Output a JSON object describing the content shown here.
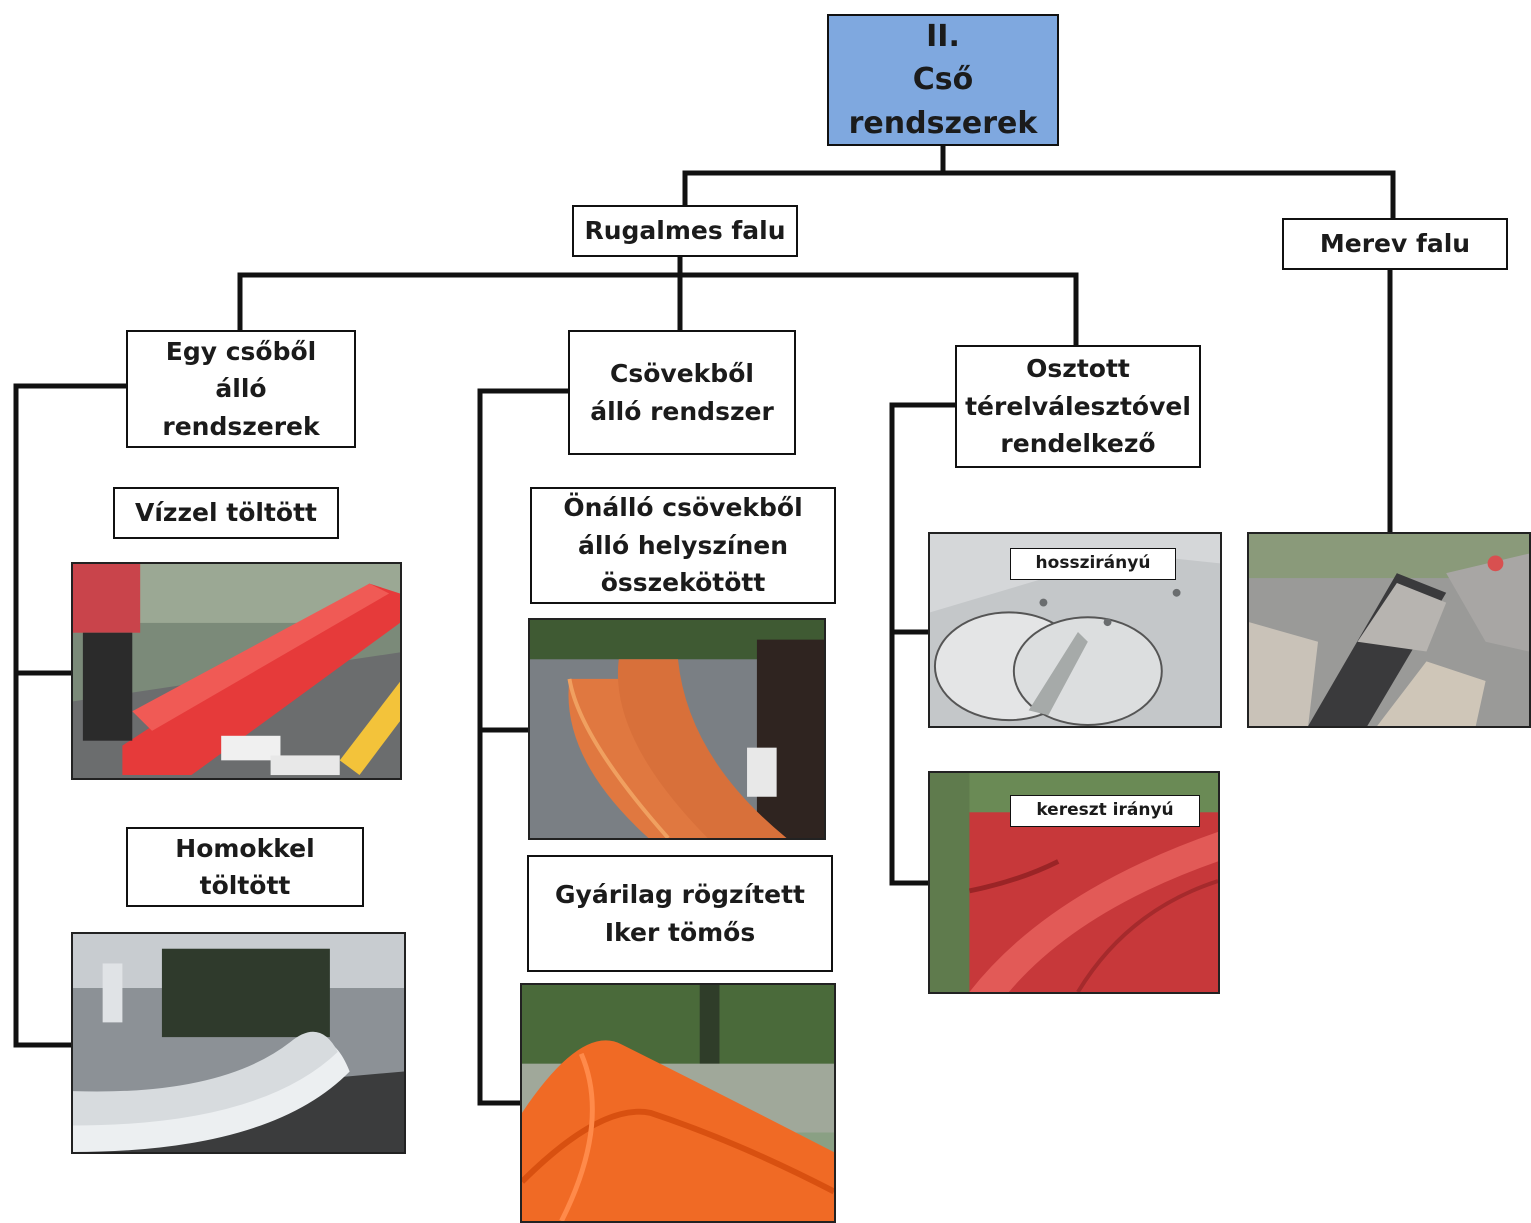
{
  "diagram": {
    "root": "II.\nCső\nrendszerek",
    "flexible_wall": "Rugalmes falu",
    "rigid_wall": "Merev falu",
    "single_tube": "Egy csőből\nálló\nrendszerek",
    "water_filled": "Vízzel töltött",
    "sand_filled": "Homokkel\ntöltött",
    "multi_tube": "Csövekből\nálló rendszer",
    "independent_tubes": "Önálló csövekből\nálló helyszínen\nösszekötött",
    "factory_twin": "Gyárilag  rögzített\nIker tömős",
    "divided": "Osztott\ntérelválesztóvel\nrendelkező",
    "longitudinal": "hosszirányú",
    "transverse": "kereszt irányú"
  },
  "photos": {
    "water_filled": "red water-filled tube barrier",
    "sand_filled": "white sand-filled tube barrier",
    "independent_tubes": "orange connected tubes",
    "factory_twin": "orange twin tube in flood",
    "longitudinal": "longitudinal divider drawing",
    "transverse": "red tube with transverse divider",
    "rigid": "rigid wall tube"
  },
  "colors": {
    "root_fill": "#7fa8df",
    "line": "#111111"
  }
}
